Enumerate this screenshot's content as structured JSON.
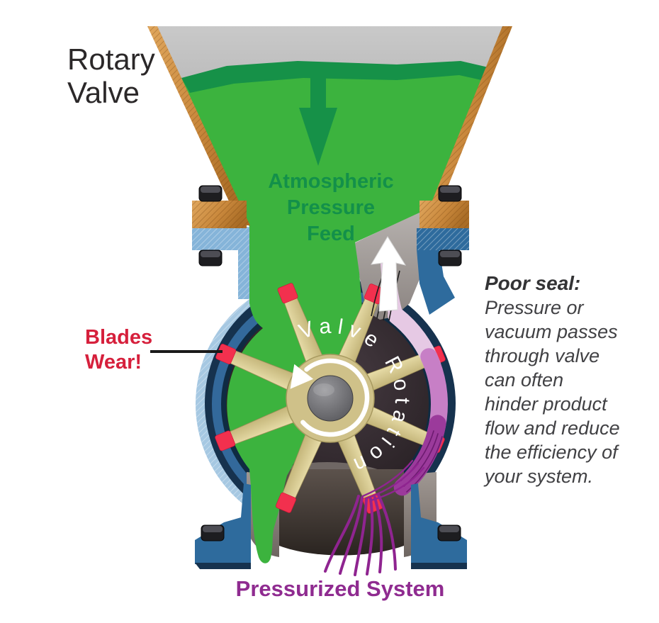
{
  "title": {
    "lines": [
      "Rotary",
      "Valve"
    ]
  },
  "hopper": {
    "feed_lines": [
      "Atmospheric",
      "Pressure",
      "Feed"
    ]
  },
  "valve": {
    "rotation_label": "Valve Rotation"
  },
  "callouts": {
    "blades_wear_lines": [
      "Blades",
      "Wear!"
    ],
    "pressurized_system": "Pressurized System",
    "poor_seal_title": "Poor seal:",
    "poor_seal_lines": [
      "Pressure or",
      "vacuum passes",
      "through valve",
      "can often",
      "hinder product",
      "flow and reduce",
      "the efficiency of",
      "your system."
    ]
  },
  "colors": {
    "product_green": "#3cb33e",
    "dark_green": "#169148",
    "feed_text_green": "#13904a",
    "wear_red": "#d6203c",
    "blade_tip_red": "#f2304e",
    "flow_purple": "#8f2490",
    "purple_text": "#8f2b90",
    "casing_blue": "#33699b",
    "flange_blue": "#2e6b9d",
    "navy": "#16324e",
    "copper": "#c9883c",
    "blade_tan": "#d9cc92",
    "poor_seal_text": "#414144"
  }
}
